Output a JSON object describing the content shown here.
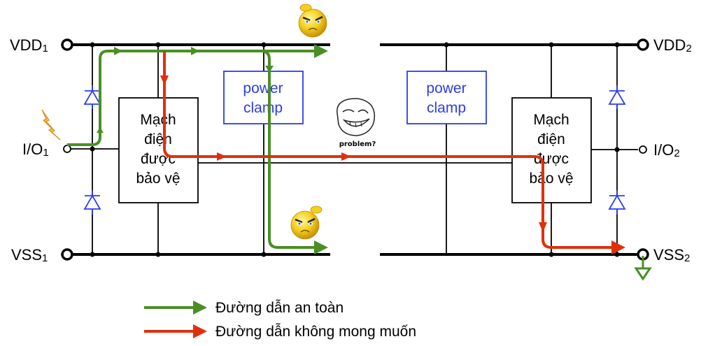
{
  "colors": {
    "safe_path": "#4a8f25",
    "unwanted_path": "#e0300a",
    "clamp": "#2a3cf0",
    "diode": "#2a3cf0",
    "wire": "#000000"
  },
  "left": {
    "vdd": {
      "main": "VDD",
      "sub": "1"
    },
    "io": {
      "main": "I/O",
      "sub": "1"
    },
    "vss": {
      "main": "VSS",
      "sub": "1"
    },
    "protected_circuit": [
      "Mạch",
      "điện",
      "được",
      "bảo vệ"
    ],
    "power_clamp": [
      "power",
      "clamp"
    ]
  },
  "right": {
    "vdd": {
      "main": "VDD",
      "sub": "2"
    },
    "io": {
      "main": "I/O",
      "sub": "2"
    },
    "vss": {
      "main": "VSS",
      "sub": "2"
    },
    "protected_circuit": [
      "Mạch",
      "điện",
      "được",
      "bảo vệ"
    ],
    "power_clamp": [
      "power",
      "clamp"
    ]
  },
  "annotations": {
    "troll_caption": "problem?",
    "esd_icon": "lightning-bolt",
    "thinking_icons": [
      "thinking-smiley",
      "thinking-smiley"
    ]
  },
  "legend": [
    {
      "label": "Đường dẫn an toàn",
      "color": "#4a8f25"
    },
    {
      "label": "Đường dẫn không mong muốn",
      "color": "#e0300a"
    }
  ]
}
